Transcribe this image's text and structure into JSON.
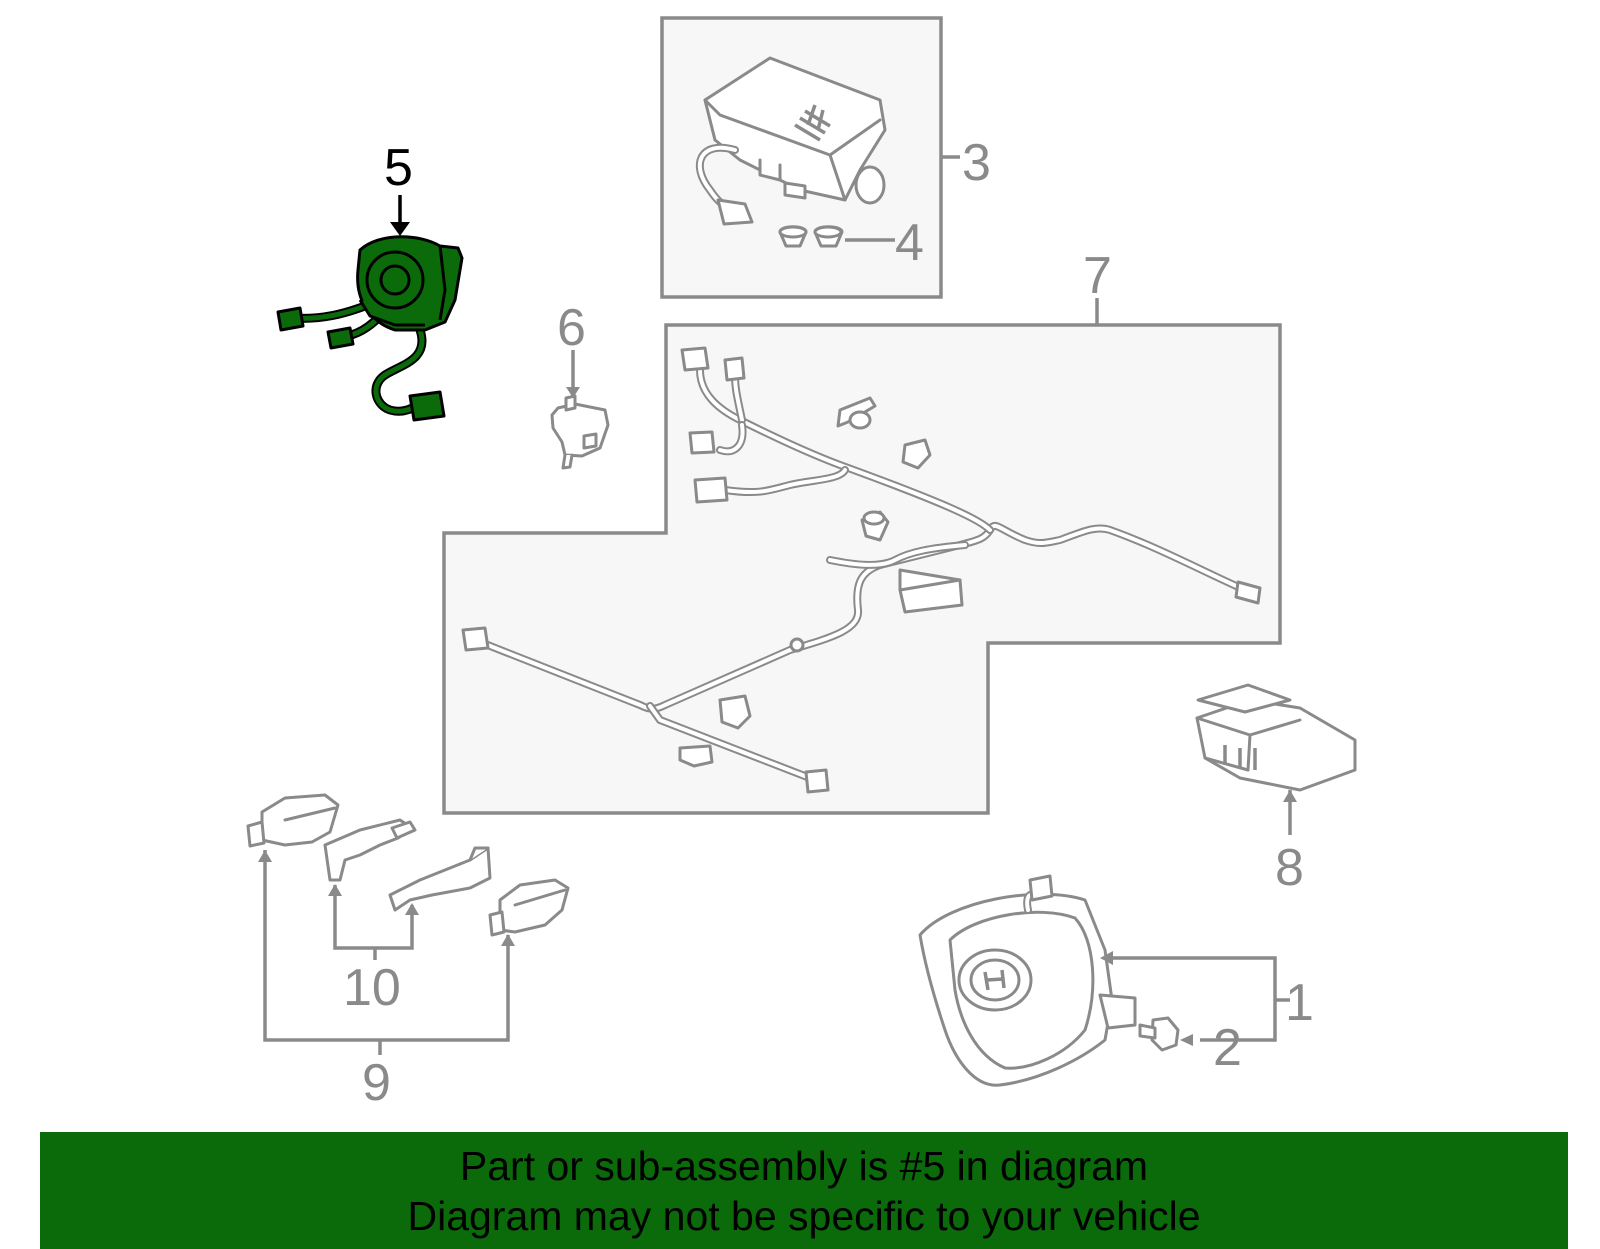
{
  "diagram": {
    "selected_part": "5",
    "callouts": [
      "1",
      "2",
      "3",
      "4",
      "5",
      "6",
      "7",
      "8",
      "9",
      "10"
    ],
    "colors": {
      "highlight": "#0b6b0b",
      "line": "#8a8a8a",
      "box_fill": "#f7f7f7",
      "banner": "#0b6b0b"
    }
  },
  "banner": {
    "line1": "Part or sub-assembly is #5 in diagram",
    "line2": "Diagram may not be specific to your vehicle"
  }
}
